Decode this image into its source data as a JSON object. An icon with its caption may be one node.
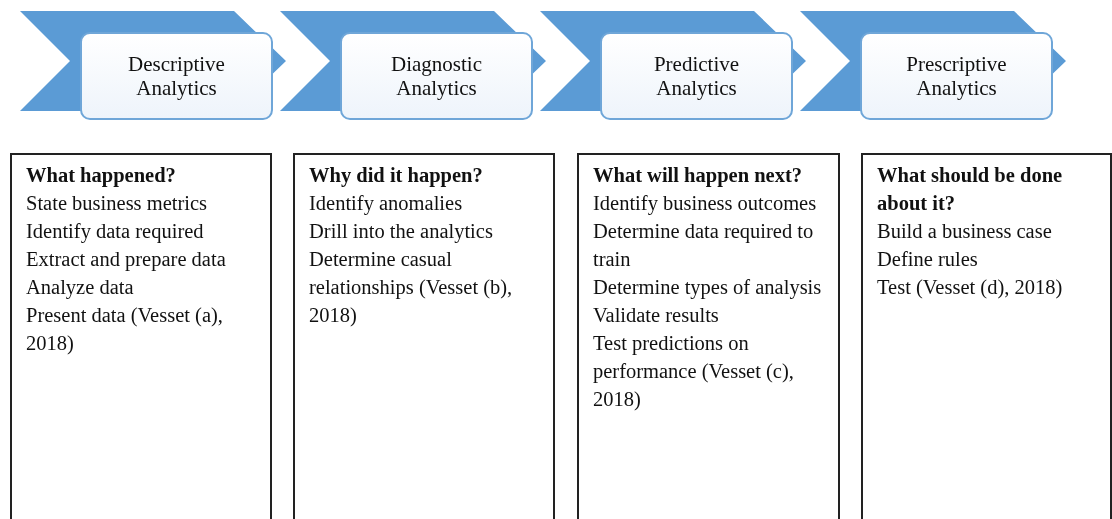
{
  "diagram": {
    "nodes": [
      {
        "text": [
          "Descriptive Analytics"
        ]
      },
      {
        "text": [
          "Diagnostic Analytics"
        ]
      },
      {
        "text": [
          "Predictive Analytics"
        ]
      },
      {
        "text": [
          "Prescriptive Analytics"
        ]
      },
      {
        "text": [
          "What happened?",
          "State business metrics",
          "Identify data required",
          "Extract and prepare data",
          "Analyze data",
          "Present data (Vesset (a), 2018)"
        ]
      },
      {
        "text": [
          "Why did it happen?",
          "Identify anomalies",
          "Drill into the analytics",
          "Determine casual relationships (Vesset (b), 2018)"
        ]
      },
      {
        "text": [
          "What will happen next?",
          "Identify business outcomes",
          "Determine data required to train",
          "Determine types of analysis",
          "Validate results",
          "Test predictions on performance (Vesset (c), 2018)"
        ]
      },
      {
        "text": [
          "What should be done about it?",
          "Build a business case",
          "Define rules",
          "Test (Vesset (d), 2018)"
        ]
      }
    ],
    "edges": []
  }
}
